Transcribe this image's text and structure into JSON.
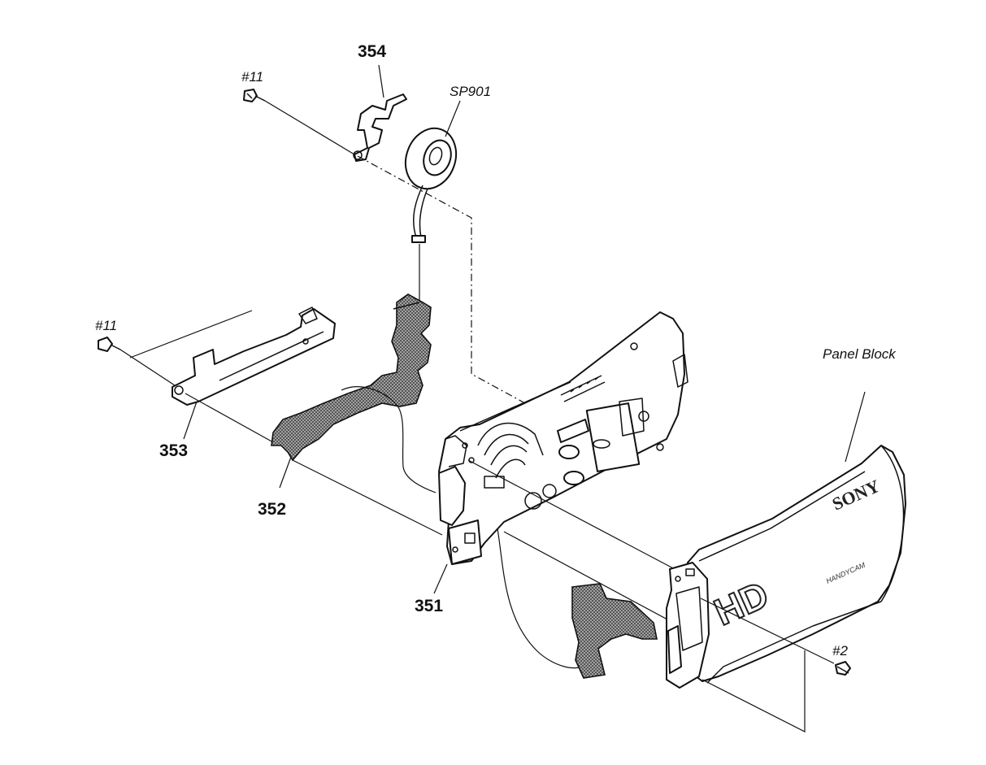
{
  "labels": {
    "part_354": "354",
    "screw_11_top": "#11",
    "speaker": "SP901",
    "screw_11_left": "#11",
    "part_353": "353",
    "part_352": "352",
    "part_351": "351",
    "panel_block": "Panel Block",
    "screw_2": "#2"
  },
  "device_markings": {
    "brand": "SONY",
    "hd": "HD"
  }
}
